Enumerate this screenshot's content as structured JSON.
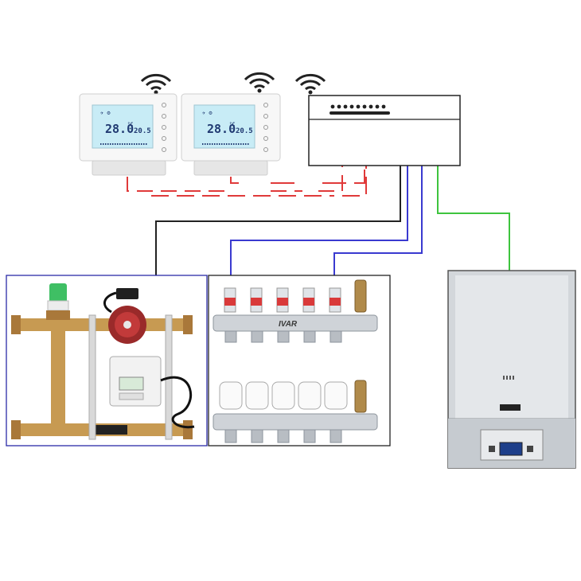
{
  "colors": {
    "wire_red": "#e03a3a",
    "wire_blue": "#3a3ad0",
    "wire_green": "#3ec43e",
    "wire_black": "#222222",
    "frame_blue": "#2b2ba8"
  },
  "thermostats": [
    {
      "set_temp": "28.0",
      "unit": "°C",
      "room_temp": "20.5"
    },
    {
      "set_temp": "28.0",
      "unit": "°C",
      "room_temp": "20.5"
    }
  ],
  "manifold": {
    "brand_label": "IVAR"
  },
  "icons": [
    "wifi-icon",
    "thermostat-device",
    "wiring-center",
    "mixing-valve-group",
    "circulation-pump",
    "floor-manifold",
    "actuator-head",
    "gas-boiler"
  ]
}
